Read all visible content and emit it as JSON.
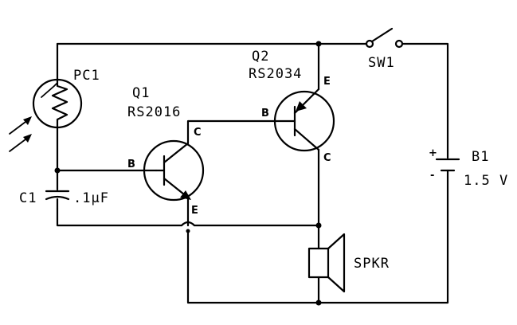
{
  "components": {
    "pc1": {
      "label": "PC1"
    },
    "q1": {
      "label": "Q1",
      "part": "RS2016",
      "pins": {
        "base": "B",
        "collector": "C",
        "emitter": "E"
      }
    },
    "q2": {
      "label": "Q2",
      "part": "RS2034",
      "pins": {
        "base": "B",
        "collector": "C",
        "emitter": "E"
      }
    },
    "sw1": {
      "label": "SW1"
    },
    "b1": {
      "label": "B1",
      "value": "1.5 V",
      "plus": "+",
      "minus": "-"
    },
    "c1": {
      "label": "C1",
      "value": ".1µF"
    },
    "spkr": {
      "label": "SPKR"
    }
  }
}
